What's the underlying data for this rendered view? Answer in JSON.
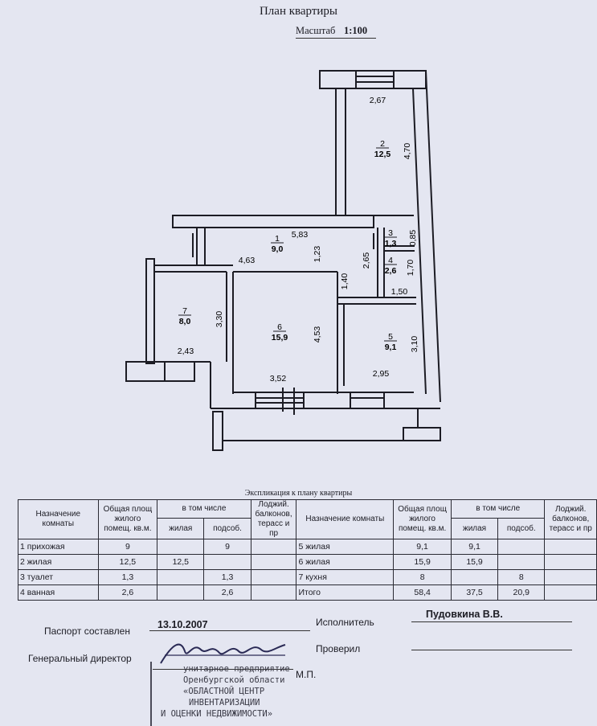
{
  "document": {
    "title": "План квартиры",
    "scale_label": "Масштаб",
    "scale_value": "1:100"
  },
  "plan": {
    "rooms": [
      {
        "number": "1",
        "area": "9,0"
      },
      {
        "number": "2",
        "area": "12,5"
      },
      {
        "number": "3",
        "area": "1,3"
      },
      {
        "number": "4",
        "area": "2,6"
      },
      {
        "number": "5",
        "area": "9,1"
      },
      {
        "number": "6",
        "area": "15,9"
      },
      {
        "number": "7",
        "area": "8,0"
      }
    ],
    "dimensions": [
      "2,67",
      "4,70",
      "5,83",
      "1,23",
      "0,85",
      "4,63",
      "2,65",
      "1,70",
      "1,40",
      "1,50",
      "3,30",
      "4,53",
      "3,10",
      "2,43",
      "3,52",
      "2,95"
    ]
  },
  "explication": {
    "title": "Экспликация к плану квартиры",
    "headers": {
      "purpose": "Назначение комнаты",
      "total": "Общая площ жилого помещ. кв.м.",
      "including": "в том числе",
      "living": "жилая",
      "auxiliary": "подсоб.",
      "loggias": "Лоджий. балконов, терасс и пр"
    },
    "left_rows": [
      {
        "name": "1 прихожая",
        "total": "9",
        "living": "",
        "aux": "9",
        "loggia": ""
      },
      {
        "name": "2 жилая",
        "total": "12,5",
        "living": "12,5",
        "aux": "",
        "loggia": ""
      },
      {
        "name": "3 туалет",
        "total": "1,3",
        "living": "",
        "aux": "1,3",
        "loggia": ""
      },
      {
        "name": "4 ванная",
        "total": "2,6",
        "living": "",
        "aux": "2,6",
        "loggia": ""
      }
    ],
    "right_rows": [
      {
        "name": "5 жилая",
        "total": "9,1",
        "living": "9,1",
        "aux": "",
        "loggia": ""
      },
      {
        "name": "6 жилая",
        "total": "15,9",
        "living": "15,9",
        "aux": "",
        "loggia": ""
      },
      {
        "name": "7 кухня",
        "total": "8",
        "living": "",
        "aux": "8",
        "loggia": ""
      },
      {
        "name": "Итого",
        "total": "58,4",
        "living": "37,5",
        "aux": "20,9",
        "loggia": ""
      }
    ]
  },
  "footer": {
    "passport_label": "Паспорт составлен",
    "passport_date": "13.10.2007",
    "executor_label": "Исполнитель",
    "executor_name": "Пудовкина В.В.",
    "director_label": "Генеральный директор",
    "checked_label": "Проверил",
    "mp": "М.П.",
    "stamp_lines": [
      "унитарное предприятие",
      "Оренбургской области",
      "«ОБЛАСТНОЙ ЦЕНТР",
      "ИНВЕНТАРИЗАЦИИ",
      "И ОЦЕНКИ НЕДВИЖИМОСТИ»"
    ]
  }
}
